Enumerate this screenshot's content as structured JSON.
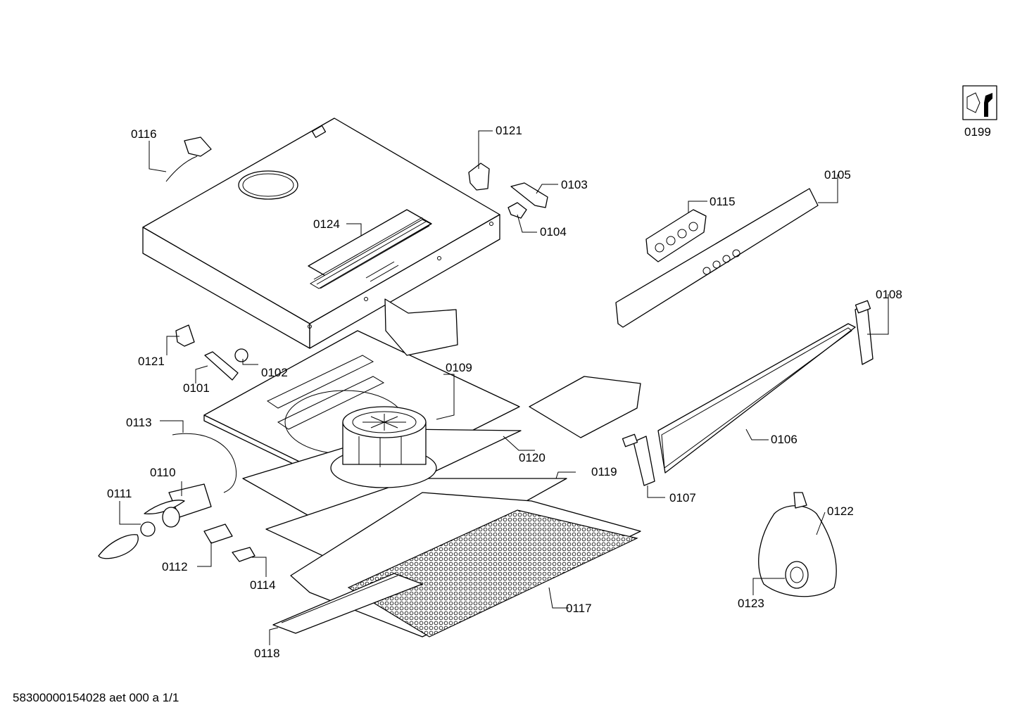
{
  "parts": [
    {
      "id": "0116"
    },
    {
      "id": "0121"
    },
    {
      "id": "0103"
    },
    {
      "id": "0104"
    },
    {
      "id": "0124"
    },
    {
      "id": "0105"
    },
    {
      "id": "0115"
    },
    {
      "id": "0199"
    },
    {
      "id": "0108"
    },
    {
      "id": "0121"
    },
    {
      "id": "0102"
    },
    {
      "id": "0101"
    },
    {
      "id": "0109"
    },
    {
      "id": "0113"
    },
    {
      "id": "0120"
    },
    {
      "id": "0106"
    },
    {
      "id": "0110"
    },
    {
      "id": "0119"
    },
    {
      "id": "0111"
    },
    {
      "id": "0107"
    },
    {
      "id": "0122"
    },
    {
      "id": "0112"
    },
    {
      "id": "0114"
    },
    {
      "id": "0117"
    },
    {
      "id": "0123"
    },
    {
      "id": "0118"
    }
  ],
  "footer": "58300000154028 aet 000 a 1/1",
  "icons": {
    "tool": "wrench-nut-icon"
  }
}
